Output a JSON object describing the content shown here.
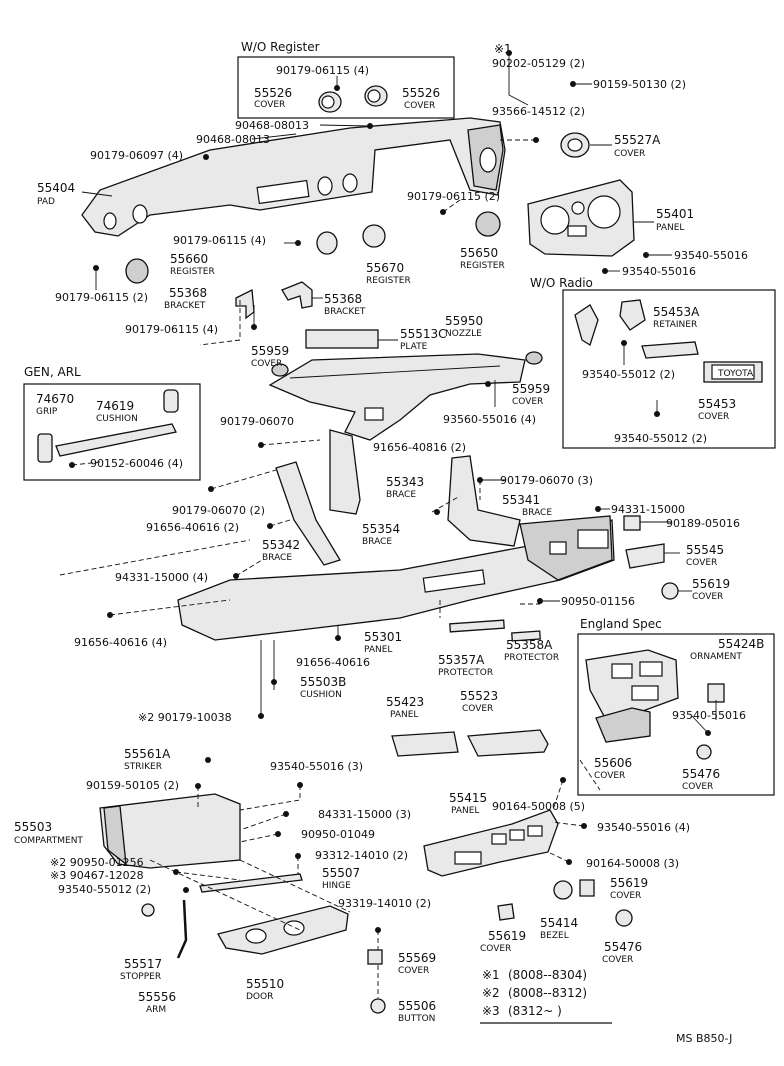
{
  "boxes": {
    "wo_register": "W/O Register",
    "wo_radio": "W/O  Radio",
    "gen_arl": "GEN, ARL",
    "england_spec": "England Spec"
  },
  "callouts": [
    {
      "id": "c1",
      "part": "90179-06115 (4)"
    },
    {
      "id": "c2",
      "part": "55526",
      "name": "COVER"
    },
    {
      "id": "c3",
      "part": "55526",
      "name": "COVER"
    },
    {
      "id": "c4",
      "part": "※1"
    },
    {
      "id": "c5",
      "part": "90202-05129 (2)"
    },
    {
      "id": "c6",
      "part": "90159-50130 (2)"
    },
    {
      "id": "c7",
      "part": "93566-14512 (2)"
    },
    {
      "id": "c8",
      "part": "90468-08013"
    },
    {
      "id": "c9",
      "part": "90468-08013"
    },
    {
      "id": "c10",
      "part": "90179-06097 (4)"
    },
    {
      "id": "c11",
      "part": "55527A",
      "name": "COVER"
    },
    {
      "id": "c12",
      "part": "55404",
      "name": "PAD"
    },
    {
      "id": "c13",
      "part": "90179-06115 (2)"
    },
    {
      "id": "c14",
      "part": "55401",
      "name": "PANEL"
    },
    {
      "id": "c15",
      "part": "90179-06115 (4)"
    },
    {
      "id": "c16",
      "part": "93540-55016"
    },
    {
      "id": "c17",
      "part": "55660",
      "name": "REGISTER"
    },
    {
      "id": "c18",
      "part": "55650",
      "name": "REGISTER"
    },
    {
      "id": "c19",
      "part": "55670",
      "name": "REGISTER"
    },
    {
      "id": "c20",
      "part": "93540-55016"
    },
    {
      "id": "c21",
      "part": "90179-06115 (2)"
    },
    {
      "id": "c22",
      "part": "55368",
      "name": "BRACKET"
    },
    {
      "id": "c23",
      "part": "55368",
      "name": "BRACKET"
    },
    {
      "id": "c24",
      "part": "55950",
      "name": "NOZZLE"
    },
    {
      "id": "c25",
      "part": "55453A",
      "name": "RETAINER"
    },
    {
      "id": "c26",
      "part": "90179-06115 (4)"
    },
    {
      "id": "c27",
      "part": "55513C",
      "name": "PLATE"
    },
    {
      "id": "c28",
      "part": "55959",
      "name": "COVER"
    },
    {
      "id": "c29",
      "part": "55959",
      "name": "COVER"
    },
    {
      "id": "c30",
      "part": "93540-55012 (2)"
    },
    {
      "id": "c31",
      "part": "55453",
      "name": "COVER"
    },
    {
      "id": "c32",
      "part": "74670",
      "name": "GRIP"
    },
    {
      "id": "c33",
      "part": "74619",
      "name": "CUSHION"
    },
    {
      "id": "c34",
      "part": "90179-06070"
    },
    {
      "id": "c35",
      "part": "93560-55016 (4)"
    },
    {
      "id": "c36",
      "part": "93540-55012 (2)"
    },
    {
      "id": "c37",
      "part": "90152-60046 (4)"
    },
    {
      "id": "c38",
      "part": "91656-40816 (2)"
    },
    {
      "id": "c39",
      "part": "90179-06070 (3)"
    },
    {
      "id": "c40",
      "part": "55343",
      "name": "BRACE"
    },
    {
      "id": "c41",
      "part": "90179-06070 (2)"
    },
    {
      "id": "c42",
      "part": "55341",
      "name": "BRACE"
    },
    {
      "id": "c43",
      "part": "94331-15000"
    },
    {
      "id": "c44",
      "part": "91656-40616 (2)"
    },
    {
      "id": "c45",
      "part": "90189-05016"
    },
    {
      "id": "c46",
      "part": "55354",
      "name": "BRACE"
    },
    {
      "id": "c47",
      "part": "55342",
      "name": "BRACE"
    },
    {
      "id": "c48",
      "part": "55545",
      "name": "COVER"
    },
    {
      "id": "c49",
      "part": "94331-15000 (4)"
    },
    {
      "id": "c50",
      "part": "55619",
      "name": "COVER"
    },
    {
      "id": "c51",
      "part": "90950-01156"
    },
    {
      "id": "c52",
      "part": "91656-40616 (4)"
    },
    {
      "id": "c53",
      "part": "55301",
      "name": "PANEL"
    },
    {
      "id": "c54",
      "part": "55358A",
      "name": "PROTECTOR"
    },
    {
      "id": "c55",
      "part": "55424B",
      "name": "ORNAMENT"
    },
    {
      "id": "c56",
      "part": "91656-40616"
    },
    {
      "id": "c57",
      "part": "55357A",
      "name": "PROTECTOR"
    },
    {
      "id": "c58",
      "part": "55503B",
      "name": "CUSHION"
    },
    {
      "id": "c59",
      "part": "93540-55016"
    },
    {
      "id": "c60",
      "part": "※2 90179-10038"
    },
    {
      "id": "c61",
      "part": "55423",
      "name": "PANEL"
    },
    {
      "id": "c62",
      "part": "55523",
      "name": "COVER"
    },
    {
      "id": "c63",
      "part": "55606",
      "name": "COVER"
    },
    {
      "id": "c64",
      "part": "55476",
      "name": "COVER"
    },
    {
      "id": "c65",
      "part": "55561A",
      "name": "STRIKER"
    },
    {
      "id": "c66",
      "part": "93540-55016 (3)"
    },
    {
      "id": "c67",
      "part": "90159-50105 (2)"
    },
    {
      "id": "c68",
      "part": "55415",
      "name": "PANEL"
    },
    {
      "id": "c69",
      "part": "84331-15000 (3)"
    },
    {
      "id": "c70",
      "part": "90164-50008 (5)"
    },
    {
      "id": "c71",
      "part": "55503",
      "name": "COMPARTMENT"
    },
    {
      "id": "c72",
      "part": "90950-01049"
    },
    {
      "id": "c73",
      "part": "93540-55016 (4)"
    },
    {
      "id": "c74",
      "part": "※2 90950-01256"
    },
    {
      "id": "c75",
      "part": "93312-14010 (2)"
    },
    {
      "id": "c76",
      "part": "※3 90467-12028"
    },
    {
      "id": "c77",
      "part": "90164-50008 (3)"
    },
    {
      "id": "c78",
      "part": "55507",
      "name": "HINGE"
    },
    {
      "id": "c79",
      "part": "93540-55012 (2)"
    },
    {
      "id": "c80",
      "part": "55619",
      "name": "COVER"
    },
    {
      "id": "c81",
      "part": "93319-14010 (2)"
    },
    {
      "id": "c82",
      "part": "55619",
      "name": "COVER"
    },
    {
      "id": "c83",
      "part": "55414",
      "name": "BEZEL"
    },
    {
      "id": "c84",
      "part": "55476",
      "name": "COVER"
    },
    {
      "id": "c85",
      "part": "55517",
      "name": "STOPPER"
    },
    {
      "id": "c86",
      "part": "55510",
      "name": "DOOR"
    },
    {
      "id": "c87",
      "part": "55569",
      "name": "COVER"
    },
    {
      "id": "c88",
      "part": "55556",
      "name": "ARM"
    },
    {
      "id": "c89",
      "part": "55506",
      "name": "BUTTON"
    }
  ],
  "legend": [
    {
      "mark": "※1",
      "range": "(8008--8304)"
    },
    {
      "mark": "※2",
      "range": "(8008--8312)"
    },
    {
      "mark": "※3",
      "range": "(8312~      )"
    }
  ],
  "emblem_text": "TOYOTA",
  "footer_code": "MS  B850-J"
}
